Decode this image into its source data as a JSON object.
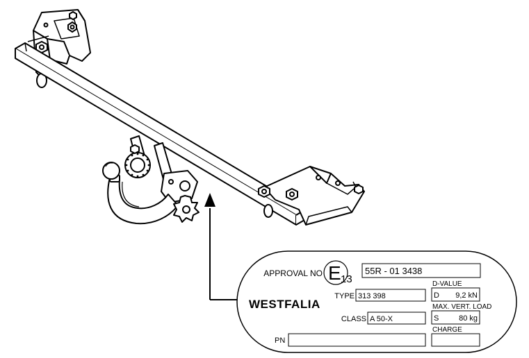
{
  "plate": {
    "approval_label": "APPROVAL NO",
    "e_mark": "E",
    "e_number": "13",
    "approval_value": "55R - 01 3438",
    "brand": "WESTFALIA",
    "type_label": "TYPE",
    "type_value": "313 398",
    "class_label": "CLASS",
    "class_value": "A 50-X",
    "pn_label": "PN",
    "pn_value": "",
    "d_value_label": "D-VALUE",
    "d_letter": "D",
    "d_value": "9,2 kN",
    "max_vert_load_label": "MAX. VERT. LOAD",
    "s_letter": "S",
    "s_value": "80 kg",
    "charge_label": "CHARGE",
    "charge_value": ""
  }
}
